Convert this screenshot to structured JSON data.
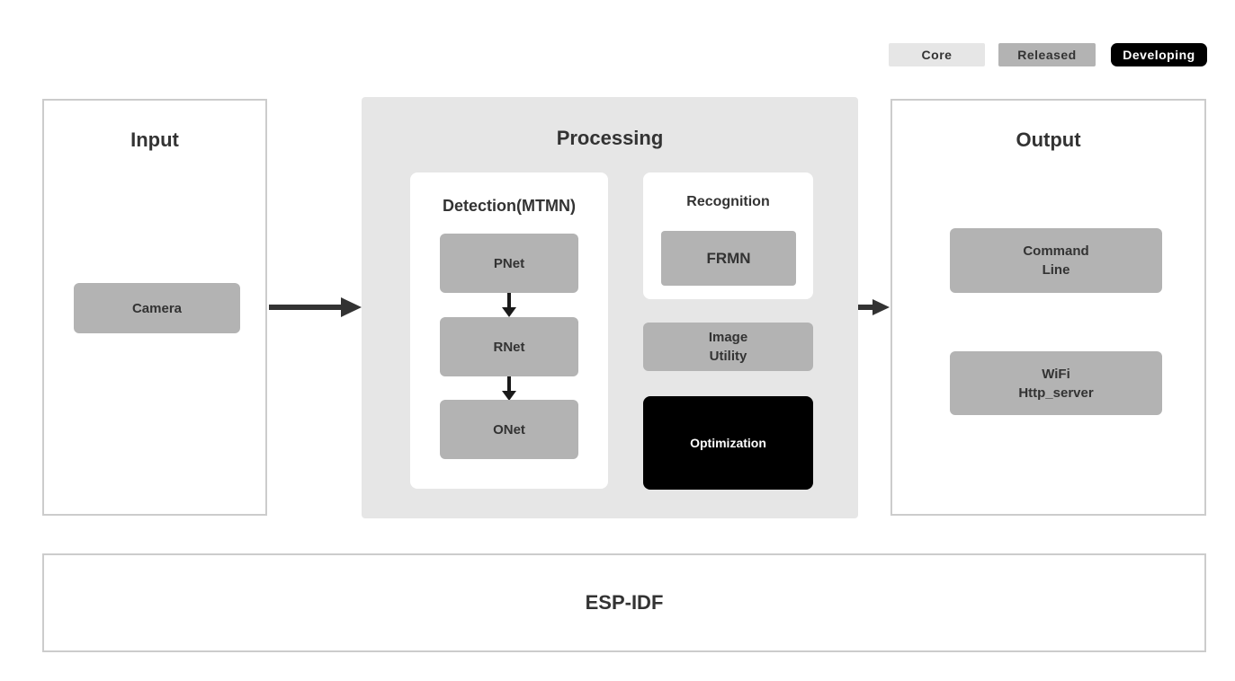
{
  "legend": {
    "items": [
      {
        "label": "Core",
        "status": "core"
      },
      {
        "label": "Released",
        "status": "released"
      },
      {
        "label": "Developing",
        "status": "developing"
      }
    ]
  },
  "colors": {
    "core_bg": "#e6e6e6",
    "released_bg": "#b3b3b3",
    "developing_bg": "#000000",
    "developing_fg": "#ffffff",
    "text": "#333333",
    "panel_border": "#cccccc",
    "arrow": "#333333"
  },
  "input_panel": {
    "title": "Input",
    "camera": {
      "lines": [
        "Camera"
      ]
    }
  },
  "processing_panel": {
    "title": "Processing",
    "detection": {
      "title": "Detection(MTMN)",
      "pnet": {
        "lines": [
          "PNet"
        ]
      },
      "rnet": {
        "lines": [
          "RNet"
        ]
      },
      "onet": {
        "lines": [
          "ONet"
        ]
      }
    },
    "recognition": {
      "title": "Recognition",
      "frmn": {
        "lines": [
          "FRMN"
        ]
      }
    },
    "image_utility": {
      "lines": [
        "Image",
        "Utility"
      ]
    },
    "optimization": {
      "lines": [
        "Optimization"
      ]
    }
  },
  "output_panel": {
    "title": "Output",
    "command_line": {
      "lines": [
        "Command",
        "Line"
      ]
    },
    "wifi_http_server": {
      "lines": [
        "WiFi",
        "Http_server"
      ]
    }
  },
  "foundation_panel": {
    "title": "ESP-IDF"
  }
}
